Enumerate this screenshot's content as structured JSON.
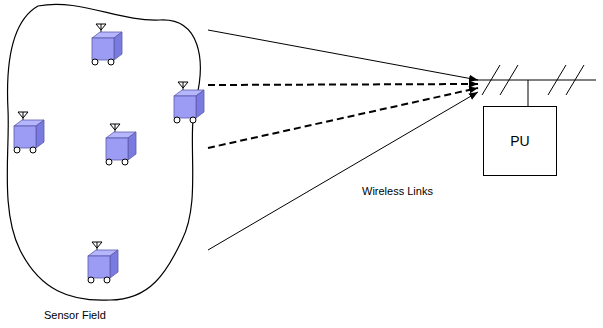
{
  "diagram": {
    "nodes": [
      {
        "text": [
          "Sensor Field"
        ]
      },
      {
        "text": [
          "PU"
        ]
      }
    ],
    "edges": [
      {
        "from": 0,
        "to": 1,
        "arrow": "to"
      },
      {
        "from": 0,
        "to": 1,
        "arrow": "to"
      },
      {
        "from": 0,
        "to": 1,
        "arrow": "to"
      },
      {
        "from": 0,
        "to": 1,
        "label": "Wireless Links",
        "arrow": "to"
      }
    ]
  }
}
